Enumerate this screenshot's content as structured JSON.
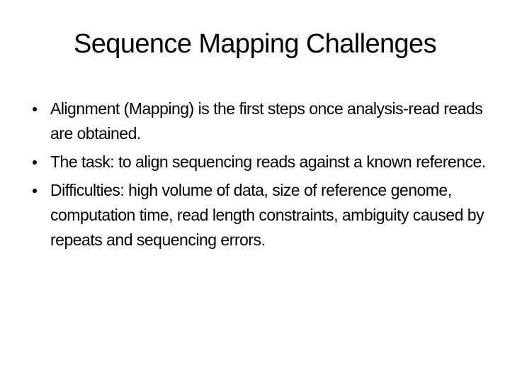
{
  "slide": {
    "title": "Sequence Mapping Challenges",
    "bullets": [
      {
        "text": "Alignment (Mapping) is the first steps once analysis-read reads are obtained."
      },
      {
        "text": "The task: to align sequencing reads against a known reference."
      },
      {
        "text": "Difficulties: high volume of data, size of reference genome, computation time, read length constraints, ambiguity caused by repeats and sequencing errors."
      }
    ],
    "colors": {
      "background": "#ffffff",
      "text": "#000000"
    },
    "bullet_icon": "round-bullet-icon"
  }
}
